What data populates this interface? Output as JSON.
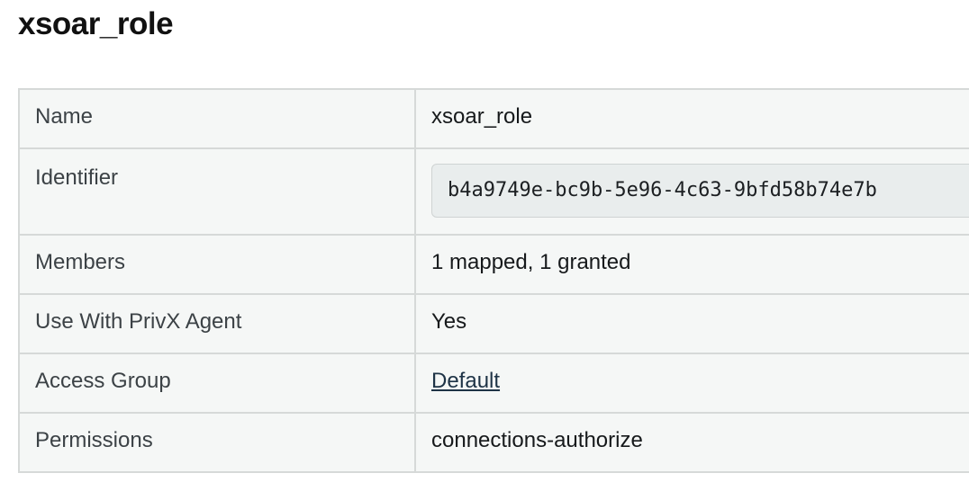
{
  "page": {
    "title": "xsoar_role"
  },
  "details": {
    "rows": [
      {
        "label": "Name",
        "value": "xsoar_role"
      },
      {
        "label": "Identifier",
        "value": "b4a9749e-bc9b-5e96-4c63-9bfd58b74e7b"
      },
      {
        "label": "Members",
        "value": "1 mapped, 1 granted"
      },
      {
        "label": "Use With PrivX Agent",
        "value": "Yes"
      },
      {
        "label": "Access Group",
        "value": "Default"
      },
      {
        "label": "Permissions",
        "value": "connections-authorize"
      }
    ]
  },
  "colors": {
    "table_background": "#f5f7f6",
    "border": "#d6d9d8",
    "identifier_background": "#e9eded",
    "link": "#1e3346"
  }
}
